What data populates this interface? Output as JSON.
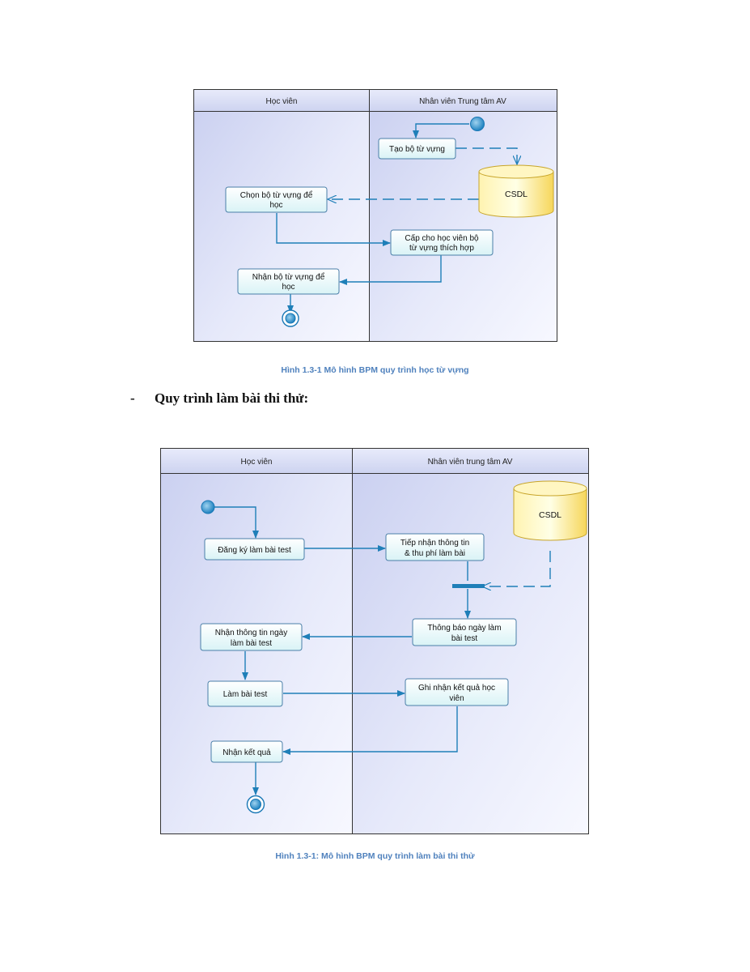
{
  "diagram1": {
    "lanes": [
      "Học viên",
      "Nhân viên Trung tâm AV"
    ],
    "nodes": {
      "create_vocab": [
        "Tạo bộ từ vựng"
      ],
      "db": [
        "CSDL"
      ],
      "choose_vocab": [
        "Chọn bộ từ vựng để",
        "học"
      ],
      "provide_vocab": [
        "Cấp cho học viên bộ",
        "từ vựng thích hợp"
      ],
      "receive_vocab": [
        "Nhận bộ từ vựng để",
        "học"
      ]
    },
    "caption": "Hình 1.3-1 Mô hình BPM quy trình học từ vựng"
  },
  "section_heading": {
    "bullet": "-",
    "text": "Quy trình làm bài thi thử:"
  },
  "diagram2": {
    "lanes": [
      "Học viên",
      "Nhân viên trung tâm AV"
    ],
    "nodes": {
      "db": [
        "CSDL"
      ],
      "register_test": [
        "Đăng ký làm bài test"
      ],
      "receive_info": [
        "Tiếp nhận thông tin",
        "& thu phí làm bài"
      ],
      "notify_date": [
        "Thông báo ngày làm",
        "bài test"
      ],
      "receive_date": [
        "Nhận thông tin ngày",
        "làm bài test"
      ],
      "do_test": [
        "Làm bài test"
      ],
      "record_result": [
        "Ghi nhận kết quả học",
        "viên"
      ],
      "receive_result": [
        "Nhận kết quả"
      ]
    },
    "caption": "Hình 1.3-1: Mô hình BPM quy trình làm bài thi thử"
  }
}
